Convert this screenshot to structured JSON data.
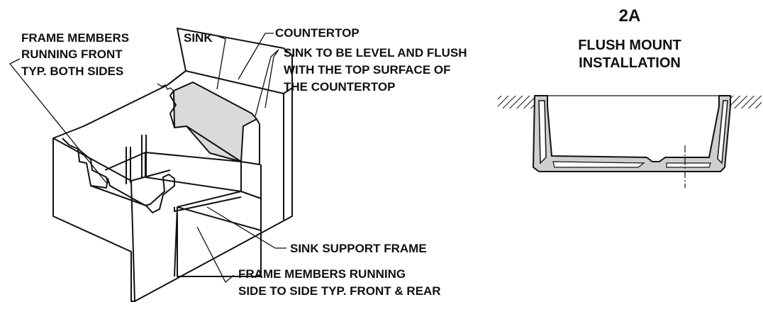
{
  "labels": {
    "frame_front_1": "FRAME MEMBERS",
    "frame_front_2": "RUNNING FRONT",
    "frame_front_3": "TYP. BOTH SIDES",
    "sink": "SINK",
    "countertop": "COUNTERTOP",
    "level_1": "SINK TO BE LEVEL AND FLUSH",
    "level_2": "WITH THE TOP SURFACE OF",
    "level_3": "THE COUNTERTOP",
    "support_frame": "SINK SUPPORT FRAME",
    "side_1": "FRAME MEMBERS RUNNING",
    "side_2": "SIDE TO SIDE TYP. FRONT & REAR",
    "figure_id": "2A",
    "title_1": "FLUSH MOUNT",
    "title_2": "INSTALLATION"
  },
  "colors": {
    "line": "#111111",
    "sink_fill": "#dadada",
    "hatch": "#111111",
    "background": "#ffffff"
  }
}
